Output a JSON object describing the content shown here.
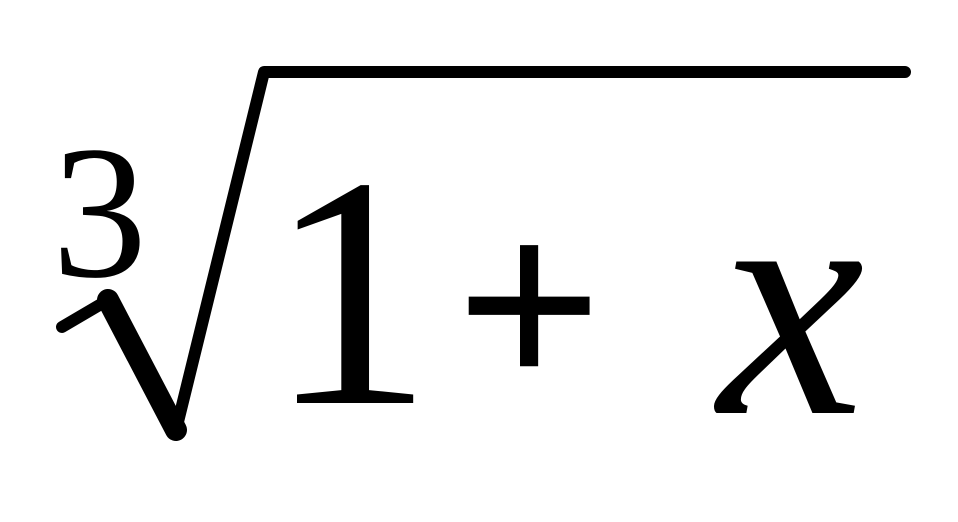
{
  "formula": {
    "index": "3",
    "radicand": {
      "one": "1",
      "plus": "+",
      "variable": "x"
    }
  }
}
